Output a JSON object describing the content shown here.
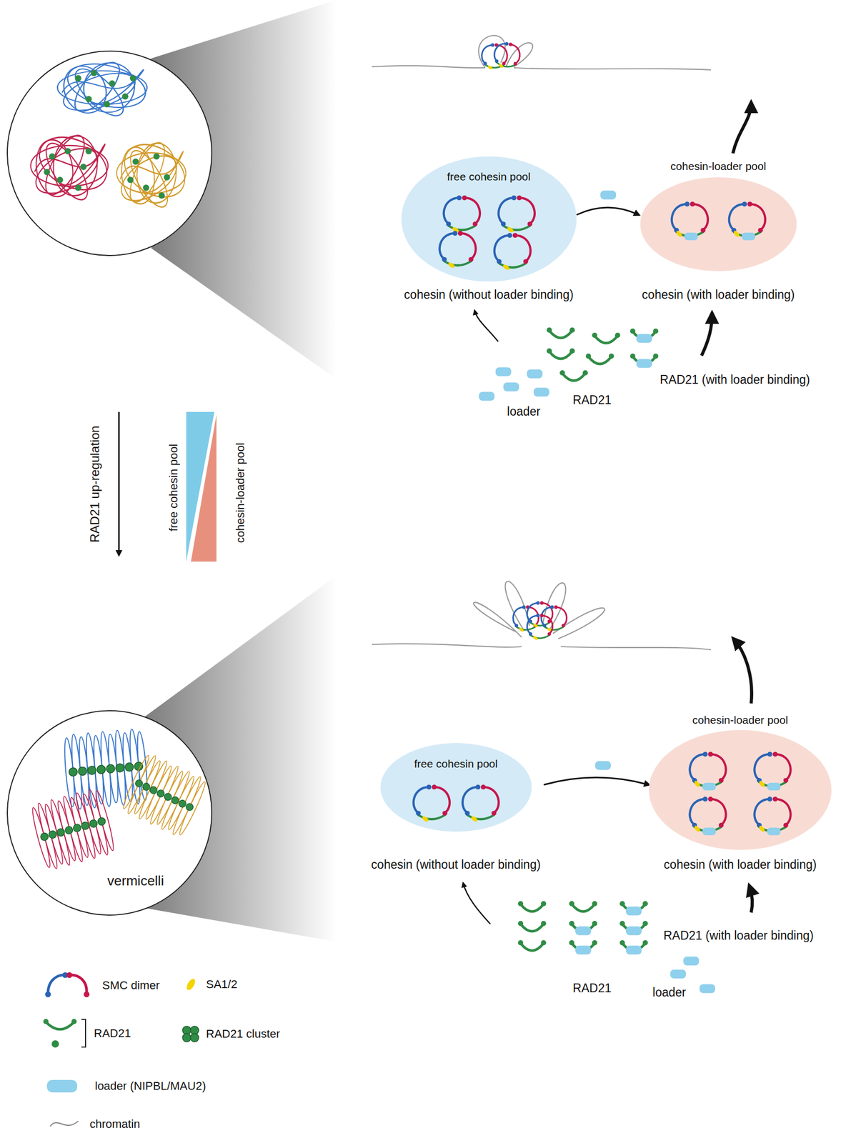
{
  "diagram": {
    "nodes": [
      {
        "text": [
          "free cohesin pool",
          "cohesin (without loader binding)"
        ]
      },
      {
        "text": [
          "cohesin-loader pool",
          "cohesin (with loader binding)"
        ]
      },
      {
        "text": [
          "free cohesin pool",
          "cohesin (without loader binding)"
        ]
      },
      {
        "text": [
          "cohesin-loader pool",
          "cohesin (with loader binding)"
        ]
      },
      {
        "text": [
          "vermicelli"
        ]
      }
    ],
    "edges": [
      {
        "from": 0,
        "to": 1,
        "arrow": "to"
      },
      {
        "from": 2,
        "to": 3,
        "arrow": "to"
      }
    ],
    "labels": [
      "RAD21 (with loader binding)",
      "RAD21",
      "loader",
      "RAD21 up-regulation",
      "free cohesin pool",
      "cohesin-loader pool",
      "RAD21 (with loader binding)",
      "RAD21",
      "loader"
    ],
    "legend": [
      {
        "text": "SMC dimer"
      },
      {
        "text": "SA1/2"
      },
      {
        "text": "RAD21"
      },
      {
        "text": "RAD21 cluster"
      },
      {
        "text": "loader (NIPBL/MAU2)",
        "color": "#8fd0ec"
      },
      {
        "text": "chromatin"
      }
    ]
  }
}
